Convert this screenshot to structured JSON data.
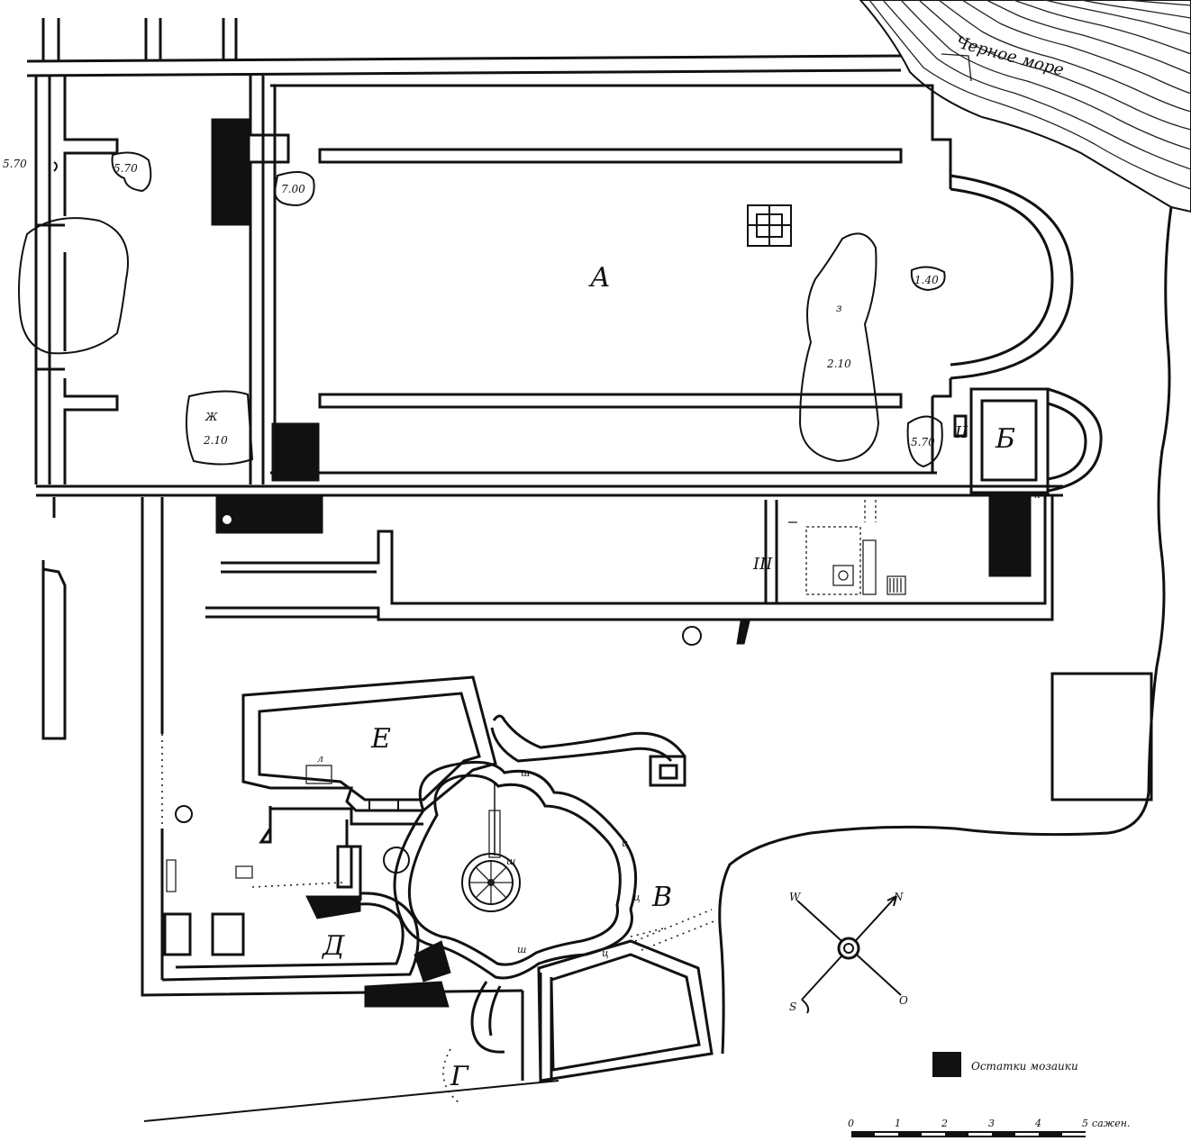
{
  "sea_label": "Черное море",
  "legend": {
    "label": "Остатки мозаики"
  },
  "scale": {
    "ticks": [
      "0",
      "1",
      "2",
      "3",
      "4",
      "5"
    ],
    "unit": "сажен."
  },
  "compass": {
    "n": "N",
    "e": "O",
    "s": "S",
    "w": "W"
  },
  "rooms": {
    "a": "А",
    "b": "Б",
    "v": "В",
    "g": "Г",
    "d": "Д",
    "e": "Е",
    "zh": "Ж"
  },
  "marks": {
    "z": "з",
    "k": "к",
    "sh1": "ш",
    "sh2": "ш",
    "sh3": "ш",
    "ts1": "ц",
    "ts2": "ц",
    "ts3": "ц",
    "l": "л",
    "r2": "II",
    "r3": "III"
  },
  "depths": {
    "d570_outer": "5.70",
    "d570_inner": "5.70",
    "d700": "7.00",
    "d140": "1.40",
    "d210_z": "2.10",
    "d210_zh": "2.10",
    "d570_b": "5.70"
  }
}
